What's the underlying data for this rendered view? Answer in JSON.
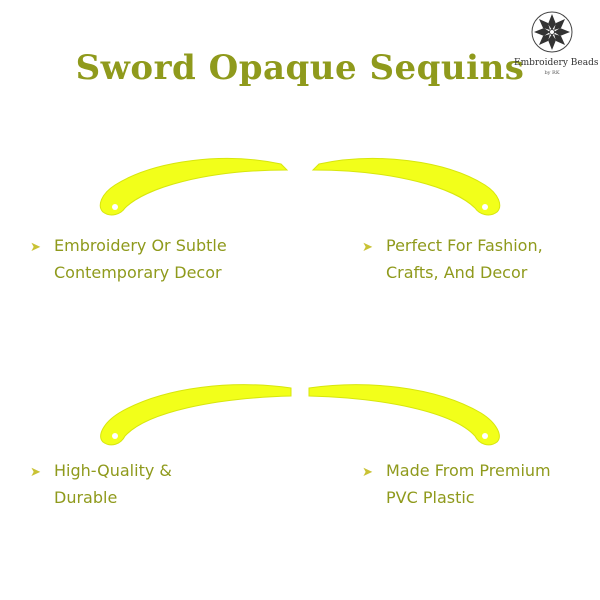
{
  "title": "Sword Opaque Sequins",
  "logo": {
    "name": "Embroidery Beads",
    "byline": "by RK",
    "icon": "diamond-flower-logo"
  },
  "colors": {
    "title": "#8f9a1c",
    "text": "#8f9a1c",
    "sequin_fill": "#f2ff1a",
    "sequin_edge": "#d7e60d",
    "arrow": "#c9c234"
  },
  "features": [
    {
      "arrow": "➤",
      "lines": [
        "Embroidery Or Subtle",
        "Contemporary Decor"
      ]
    },
    {
      "arrow": "➤",
      "lines": [
        "Perfect For Fashion,",
        "Crafts, And Decor"
      ]
    },
    {
      "arrow": "➤",
      "lines": [
        "High-Quality &",
        "Durable"
      ]
    },
    {
      "arrow": "➤",
      "lines": [
        "Made From Premium",
        "PVC Plastic"
      ]
    }
  ]
}
